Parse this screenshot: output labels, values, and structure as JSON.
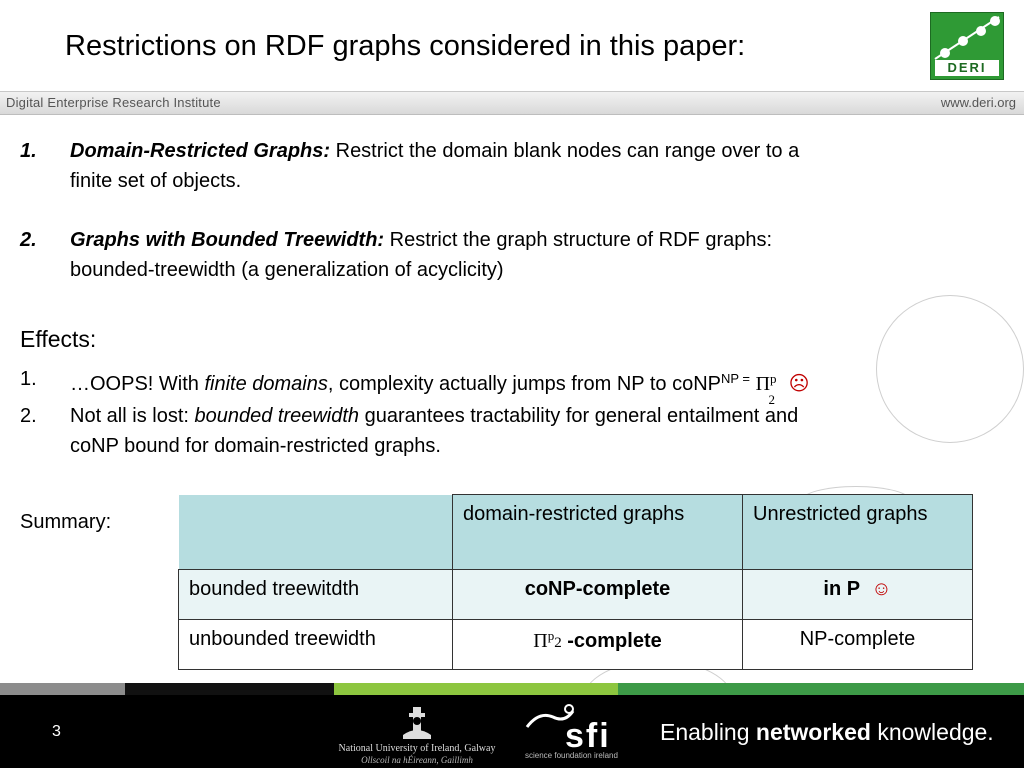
{
  "title": "Restrictions on RDF graphs considered in this paper:",
  "logo_text": "DERI",
  "institute": "Digital Enterprise Research Institute",
  "url": "www.deri.org",
  "items": [
    {
      "num": "1.",
      "head": "Domain-Restricted Graphs:",
      "text1": " Restrict the domain blank nodes can range over to a",
      "text2": "finite set of objects."
    },
    {
      "num": "2.",
      "head": "Graphs with Bounded Treewidth:",
      "text1": " Restrict the graph structure of RDF graphs:",
      "text2": "bounded-treewidth (a generalization of acyclicity)"
    }
  ],
  "effects_heading": "Effects:",
  "effects": [
    {
      "num": "1.",
      "pre": "…OOPS! With ",
      "em": "finite domains",
      "post": ", complexity actually jumps from NP to coNP",
      "sup": "NP =",
      "pi": "Π",
      "pi_sup": "p",
      "pi_sub": "2",
      "smile": "☹"
    },
    {
      "num": "2.",
      "pre": "Not all is lost: ",
      "em": "bounded treewidth",
      "post": " guarantees tractability for general entailment and",
      "line2": "coNP bound for domain-restricted graphs."
    }
  ],
  "summary_label": "Summary:",
  "table": {
    "col_headers": [
      "",
      "domain-restricted graphs",
      "Unrestricted graphs"
    ],
    "rows": [
      {
        "label": "bounded treewitdth",
        "c2": "coNP-complete",
        "c3": "in P",
        "c3_smile": "☺"
      },
      {
        "label": "unbounded treewidth",
        "c2_pi": "Π",
        "c2_sup": "p",
        "c2_sub": "2",
        "c2": " -complete",
        "c3": "NP-complete"
      }
    ]
  },
  "footer": {
    "page": "3",
    "nui_name": "National University of Ireland, Galway",
    "nui_irish": "Ollscoil na hÉireann, Gaillimh",
    "sfi_word": "sfi",
    "sfi_name": "science foundation ireland",
    "tagline_pre": "Enabling ",
    "tagline_bold": "networked",
    "tagline_post": " knowledge."
  },
  "colors": {
    "accent_green": "#2f9a35",
    "table_header": "#b6dde0",
    "table_row": "#e9f4f5",
    "footer_bg": "#000000"
  }
}
